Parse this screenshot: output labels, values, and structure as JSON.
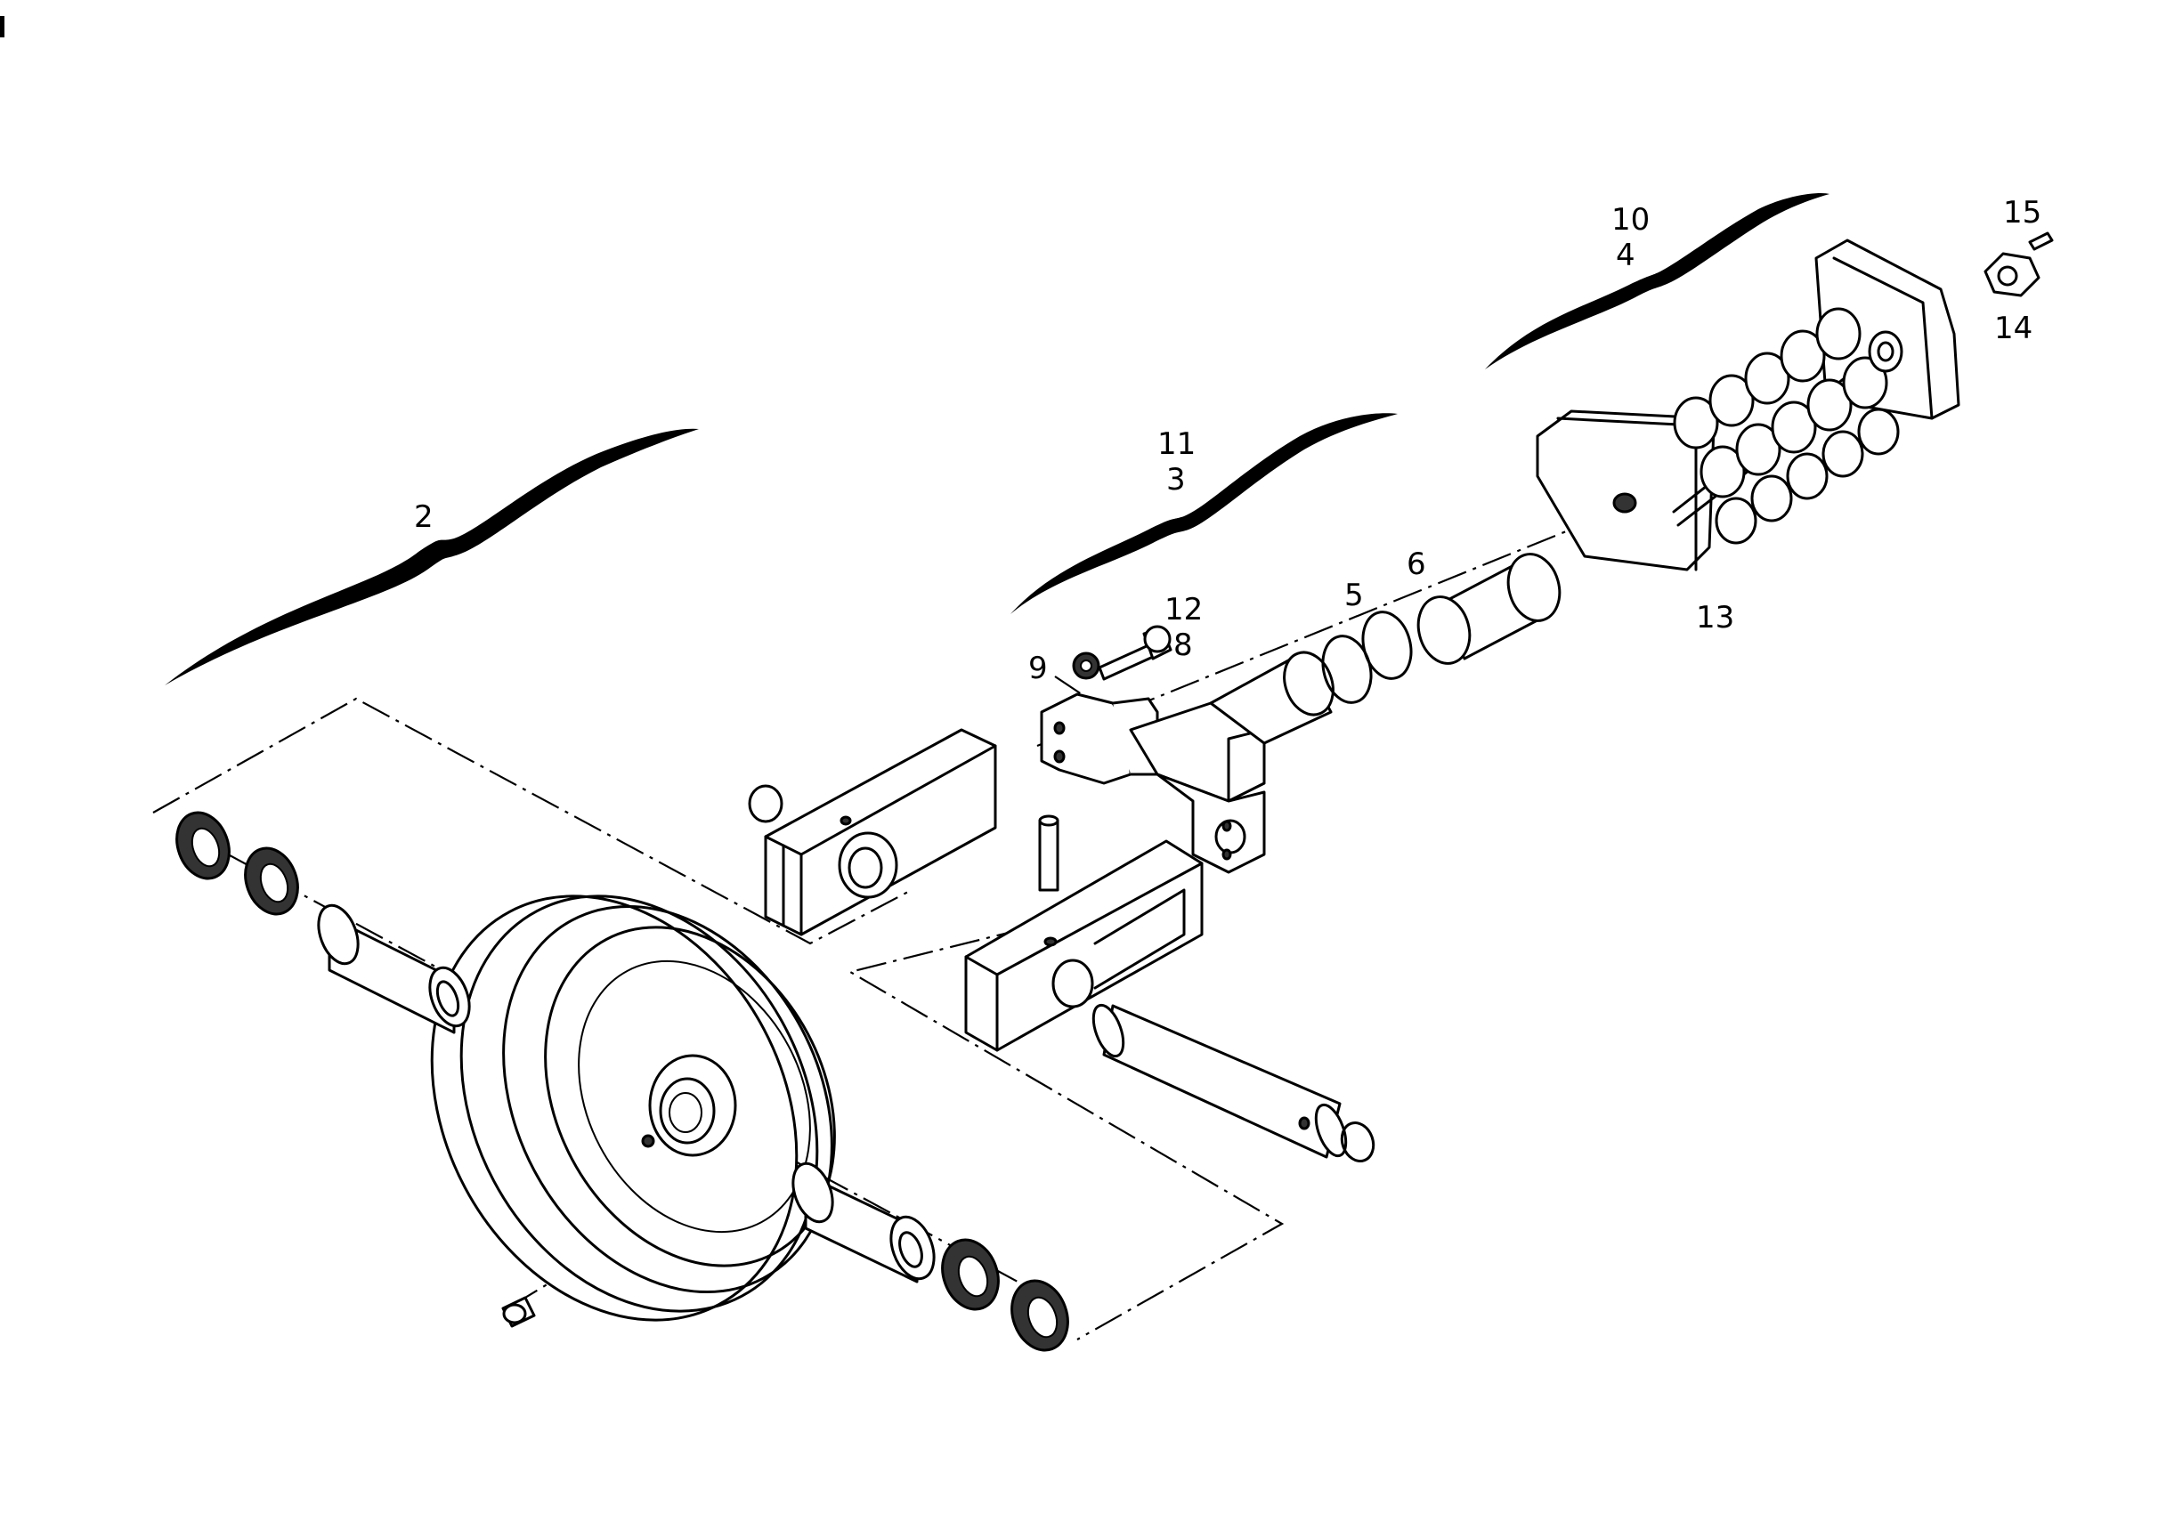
{
  "labels": {
    "item_2": "2",
    "item_3": "3",
    "item_4": "4",
    "item_5": "5",
    "item_6": "6",
    "item_8": "8",
    "item_9": "9",
    "item_10": "10",
    "item_11": "11",
    "item_12": "12",
    "item_13": "13",
    "item_14": "14",
    "item_15": "15"
  }
}
